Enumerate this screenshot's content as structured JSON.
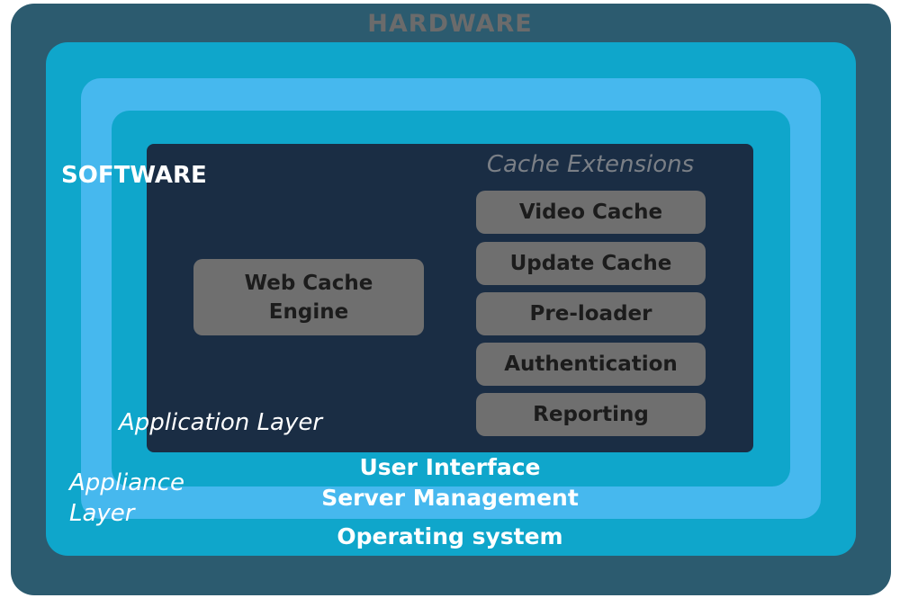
{
  "hardware": {
    "label": "HARDWARE"
  },
  "software": {
    "label": "SOFTWARE"
  },
  "application_layer": {
    "label": "Application Layer"
  },
  "appliance_layer": {
    "label_line1": "Appliance",
    "label_line2": "Layer"
  },
  "user_interface": {
    "label": "User Interface"
  },
  "server_management": {
    "label": "Server Management"
  },
  "operating_system": {
    "label": "Operating system"
  },
  "web_cache_engine": {
    "line1": "Web Cache",
    "line2": "Engine"
  },
  "cache_extensions": {
    "title": "Cache Extensions",
    "items": [
      {
        "label": "Video Cache"
      },
      {
        "label": "Update Cache"
      },
      {
        "label": "Pre-loader"
      },
      {
        "label": "Authentication"
      },
      {
        "label": "Reporting"
      }
    ]
  },
  "colors": {
    "hardware": "#2c5b6f",
    "operating_system": "#0fa6cb",
    "appliance": "#46b8ee",
    "user_interface": "#0fa6cb",
    "application": "#1a2d44",
    "module_box": "#6f6f6f"
  }
}
